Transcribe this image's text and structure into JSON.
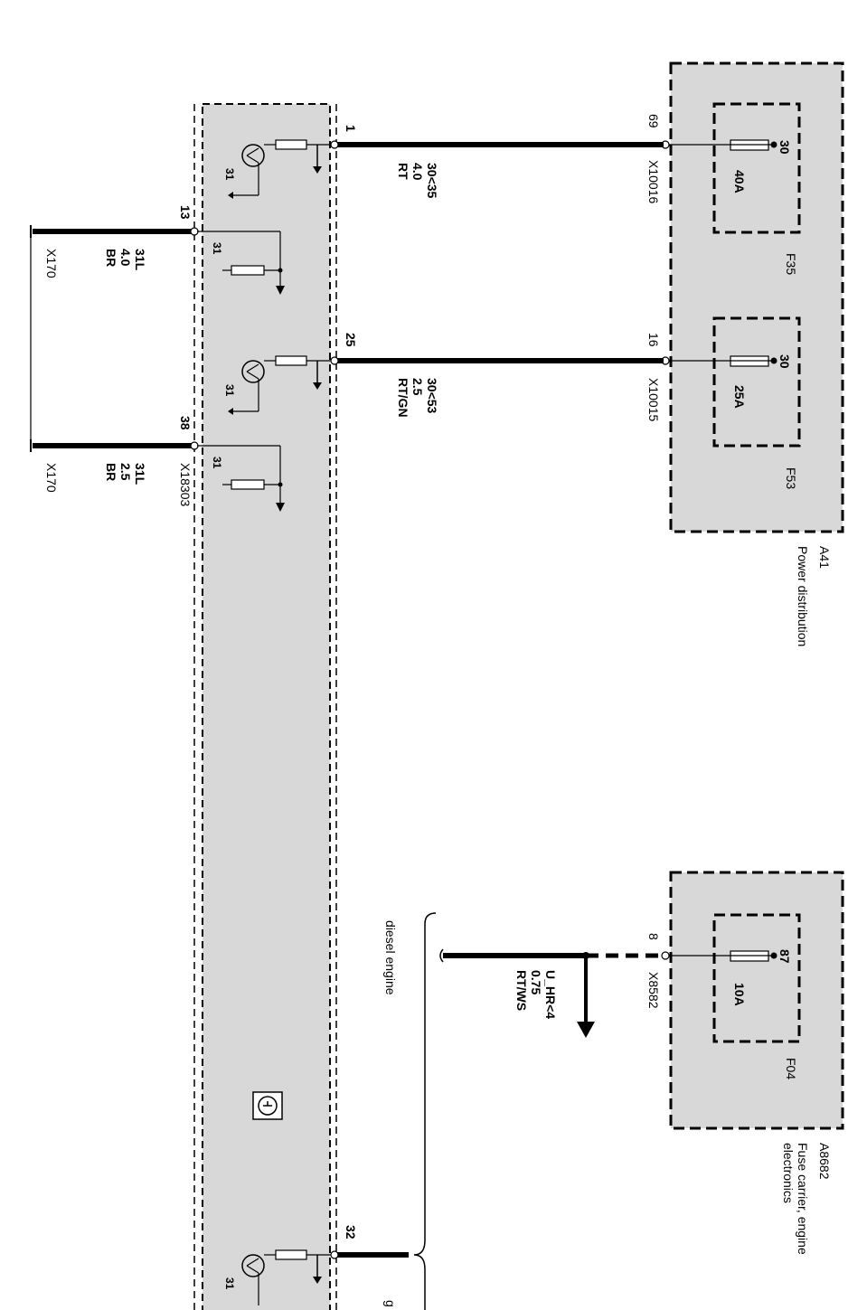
{
  "components": {
    "a41": {
      "id": "A41",
      "description": "Power distribution"
    },
    "a8682": {
      "id": "A8682",
      "description_line1": "Fuse carrier, engine",
      "description_line2": "electronics"
    }
  },
  "fuses": [
    {
      "name": "F35",
      "rating": "40A",
      "terminal": "30",
      "pin": "69",
      "connector": "X10016"
    },
    {
      "name": "F53",
      "rating": "25A",
      "terminal": "30",
      "pin": "16",
      "connector": "X10015"
    },
    {
      "name": "F04",
      "rating": "10A",
      "terminal": "87",
      "pin": "8",
      "connector": "X8582"
    }
  ],
  "wires": [
    {
      "signal": "30<35",
      "gauge": "4.0",
      "color": "RT",
      "module_pin": "1"
    },
    {
      "signal": "30<53",
      "gauge": "2.5",
      "color": "RT/GN",
      "module_pin": "25"
    },
    {
      "signal": "U_HR<4",
      "gauge": "0.75",
      "color": "RT/WS",
      "note": "diesel engine",
      "note2": "g"
    }
  ],
  "ground_wires": [
    {
      "signal": "31L",
      "gauge": "4.0",
      "color": "BR",
      "module_pin": "13",
      "ground_connector": "X170"
    },
    {
      "signal": "31L",
      "gauge": "2.5",
      "color": "BR",
      "module_pin": "38",
      "ground_connector": "X170",
      "module_connector": "X18303"
    }
  ],
  "module_pins": {
    "pin32": "32"
  },
  "ground_terminal": "31",
  "colors": {
    "housing_fill": "#d8d8d8",
    "line": "#000000",
    "background": "#ffffff"
  }
}
